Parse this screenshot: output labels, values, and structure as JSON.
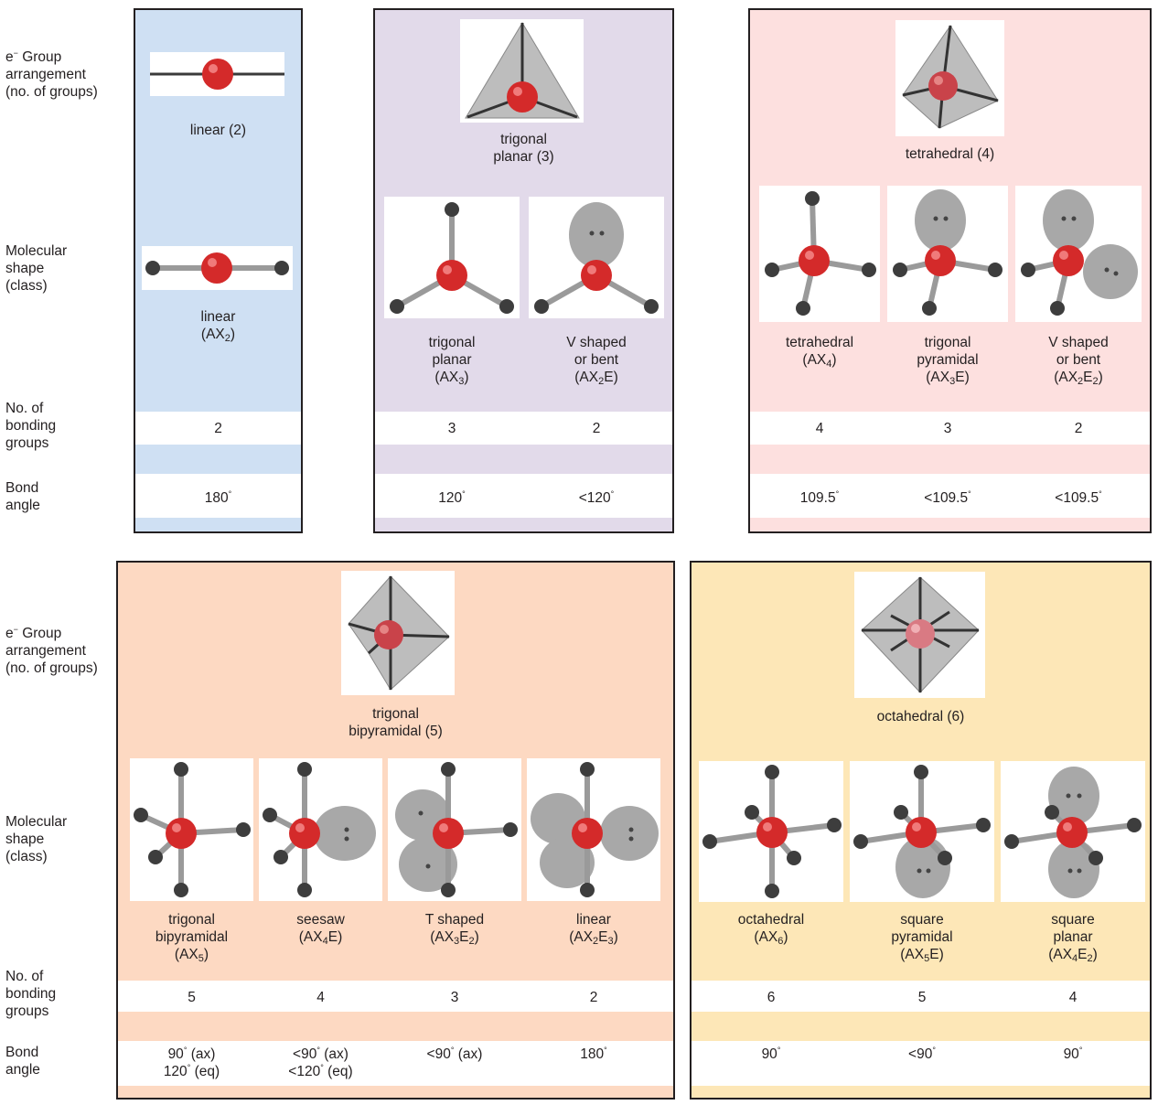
{
  "row_labels": {
    "group_arrangement": [
      "e",
      "Group",
      "arrangement",
      "(no. of groups)"
    ],
    "molecular_shape": [
      "Molecular",
      "shape",
      "(class)"
    ],
    "bonding_groups": [
      "No. of",
      "bonding",
      "groups"
    ],
    "bond_angle": [
      "Bond",
      "angle"
    ]
  },
  "electron_superscript": "−",
  "degree_symbol": "°",
  "panels": [
    {
      "color": "#cfe0f3",
      "arrangement": [
        "linear (2)"
      ],
      "shapes": [
        {
          "name": [
            "linear"
          ],
          "class": [
            "AX",
            "2",
            "",
            "",
            ""
          ],
          "bonding": "2",
          "angle": [
            "180"
          ]
        }
      ]
    },
    {
      "color": "#e2daea",
      "arrangement": [
        "trigonal",
        "planar (3)"
      ],
      "shapes": [
        {
          "name": [
            "trigonal",
            "planar"
          ],
          "class": [
            "AX",
            "3",
            "",
            "",
            ""
          ],
          "bonding": "3",
          "angle": [
            "120"
          ]
        },
        {
          "name": [
            "V shaped",
            "or bent"
          ],
          "class": [
            "AX",
            "2",
            "E",
            "",
            ""
          ],
          "bonding": "2",
          "angle": [
            "<120"
          ]
        }
      ]
    },
    {
      "color": "#fde0df",
      "arrangement": [
        "tetrahedral (4)"
      ],
      "shapes": [
        {
          "name": [
            "tetrahedral"
          ],
          "class": [
            "AX",
            "4",
            "",
            "",
            ""
          ],
          "bonding": "4",
          "angle": [
            "109.5"
          ]
        },
        {
          "name": [
            "trigonal",
            "pyramidal"
          ],
          "class": [
            "AX",
            "3",
            "E",
            "",
            ""
          ],
          "bonding": "3",
          "angle": [
            "<109.5"
          ]
        },
        {
          "name": [
            "V shaped",
            "or bent"
          ],
          "class": [
            "AX",
            "2",
            "E",
            "2",
            ""
          ],
          "bonding": "2",
          "angle": [
            "<109.5"
          ]
        }
      ]
    },
    {
      "color": "#fdd9c2",
      "arrangement": [
        "trigonal",
        "bipyramidal (5)"
      ],
      "shapes": [
        {
          "name": [
            "trigonal",
            "bipyramidal"
          ],
          "class": [
            "AX",
            "5",
            "",
            "",
            ""
          ],
          "bonding": "5",
          "angle": [
            "90",
            " (ax)",
            "120",
            " (eq)"
          ]
        },
        {
          "name": [
            "seesaw"
          ],
          "class": [
            "AX",
            "4",
            "E",
            "",
            ""
          ],
          "bonding": "4",
          "angle": [
            "<90",
            " (ax)",
            "<120",
            " (eq)"
          ]
        },
        {
          "name": [
            "T shaped"
          ],
          "class": [
            "AX",
            "3",
            "E",
            "2",
            ""
          ],
          "bonding": "3",
          "angle": [
            "<90",
            " (ax)"
          ]
        },
        {
          "name": [
            "linear"
          ],
          "class": [
            "AX",
            "2",
            "E",
            "3",
            ""
          ],
          "bonding": "2",
          "angle": [
            "180"
          ]
        }
      ]
    },
    {
      "color": "#fde7b7",
      "arrangement": [
        "octahedral  (6)"
      ],
      "shapes": [
        {
          "name": [
            "octahedral"
          ],
          "class": [
            "AX",
            "6",
            "",
            "",
            ""
          ],
          "bonding": "6",
          "angle": [
            "90"
          ]
        },
        {
          "name": [
            "square",
            "pyramidal"
          ],
          "class": [
            "AX",
            "5",
            "E",
            "",
            ""
          ],
          "bonding": "5",
          "angle": [
            "<90"
          ]
        },
        {
          "name": [
            "square",
            "planar"
          ],
          "class": [
            "AX",
            "4",
            "E",
            "2",
            ""
          ],
          "bonding": "4",
          "angle": [
            "90"
          ]
        }
      ]
    }
  ]
}
